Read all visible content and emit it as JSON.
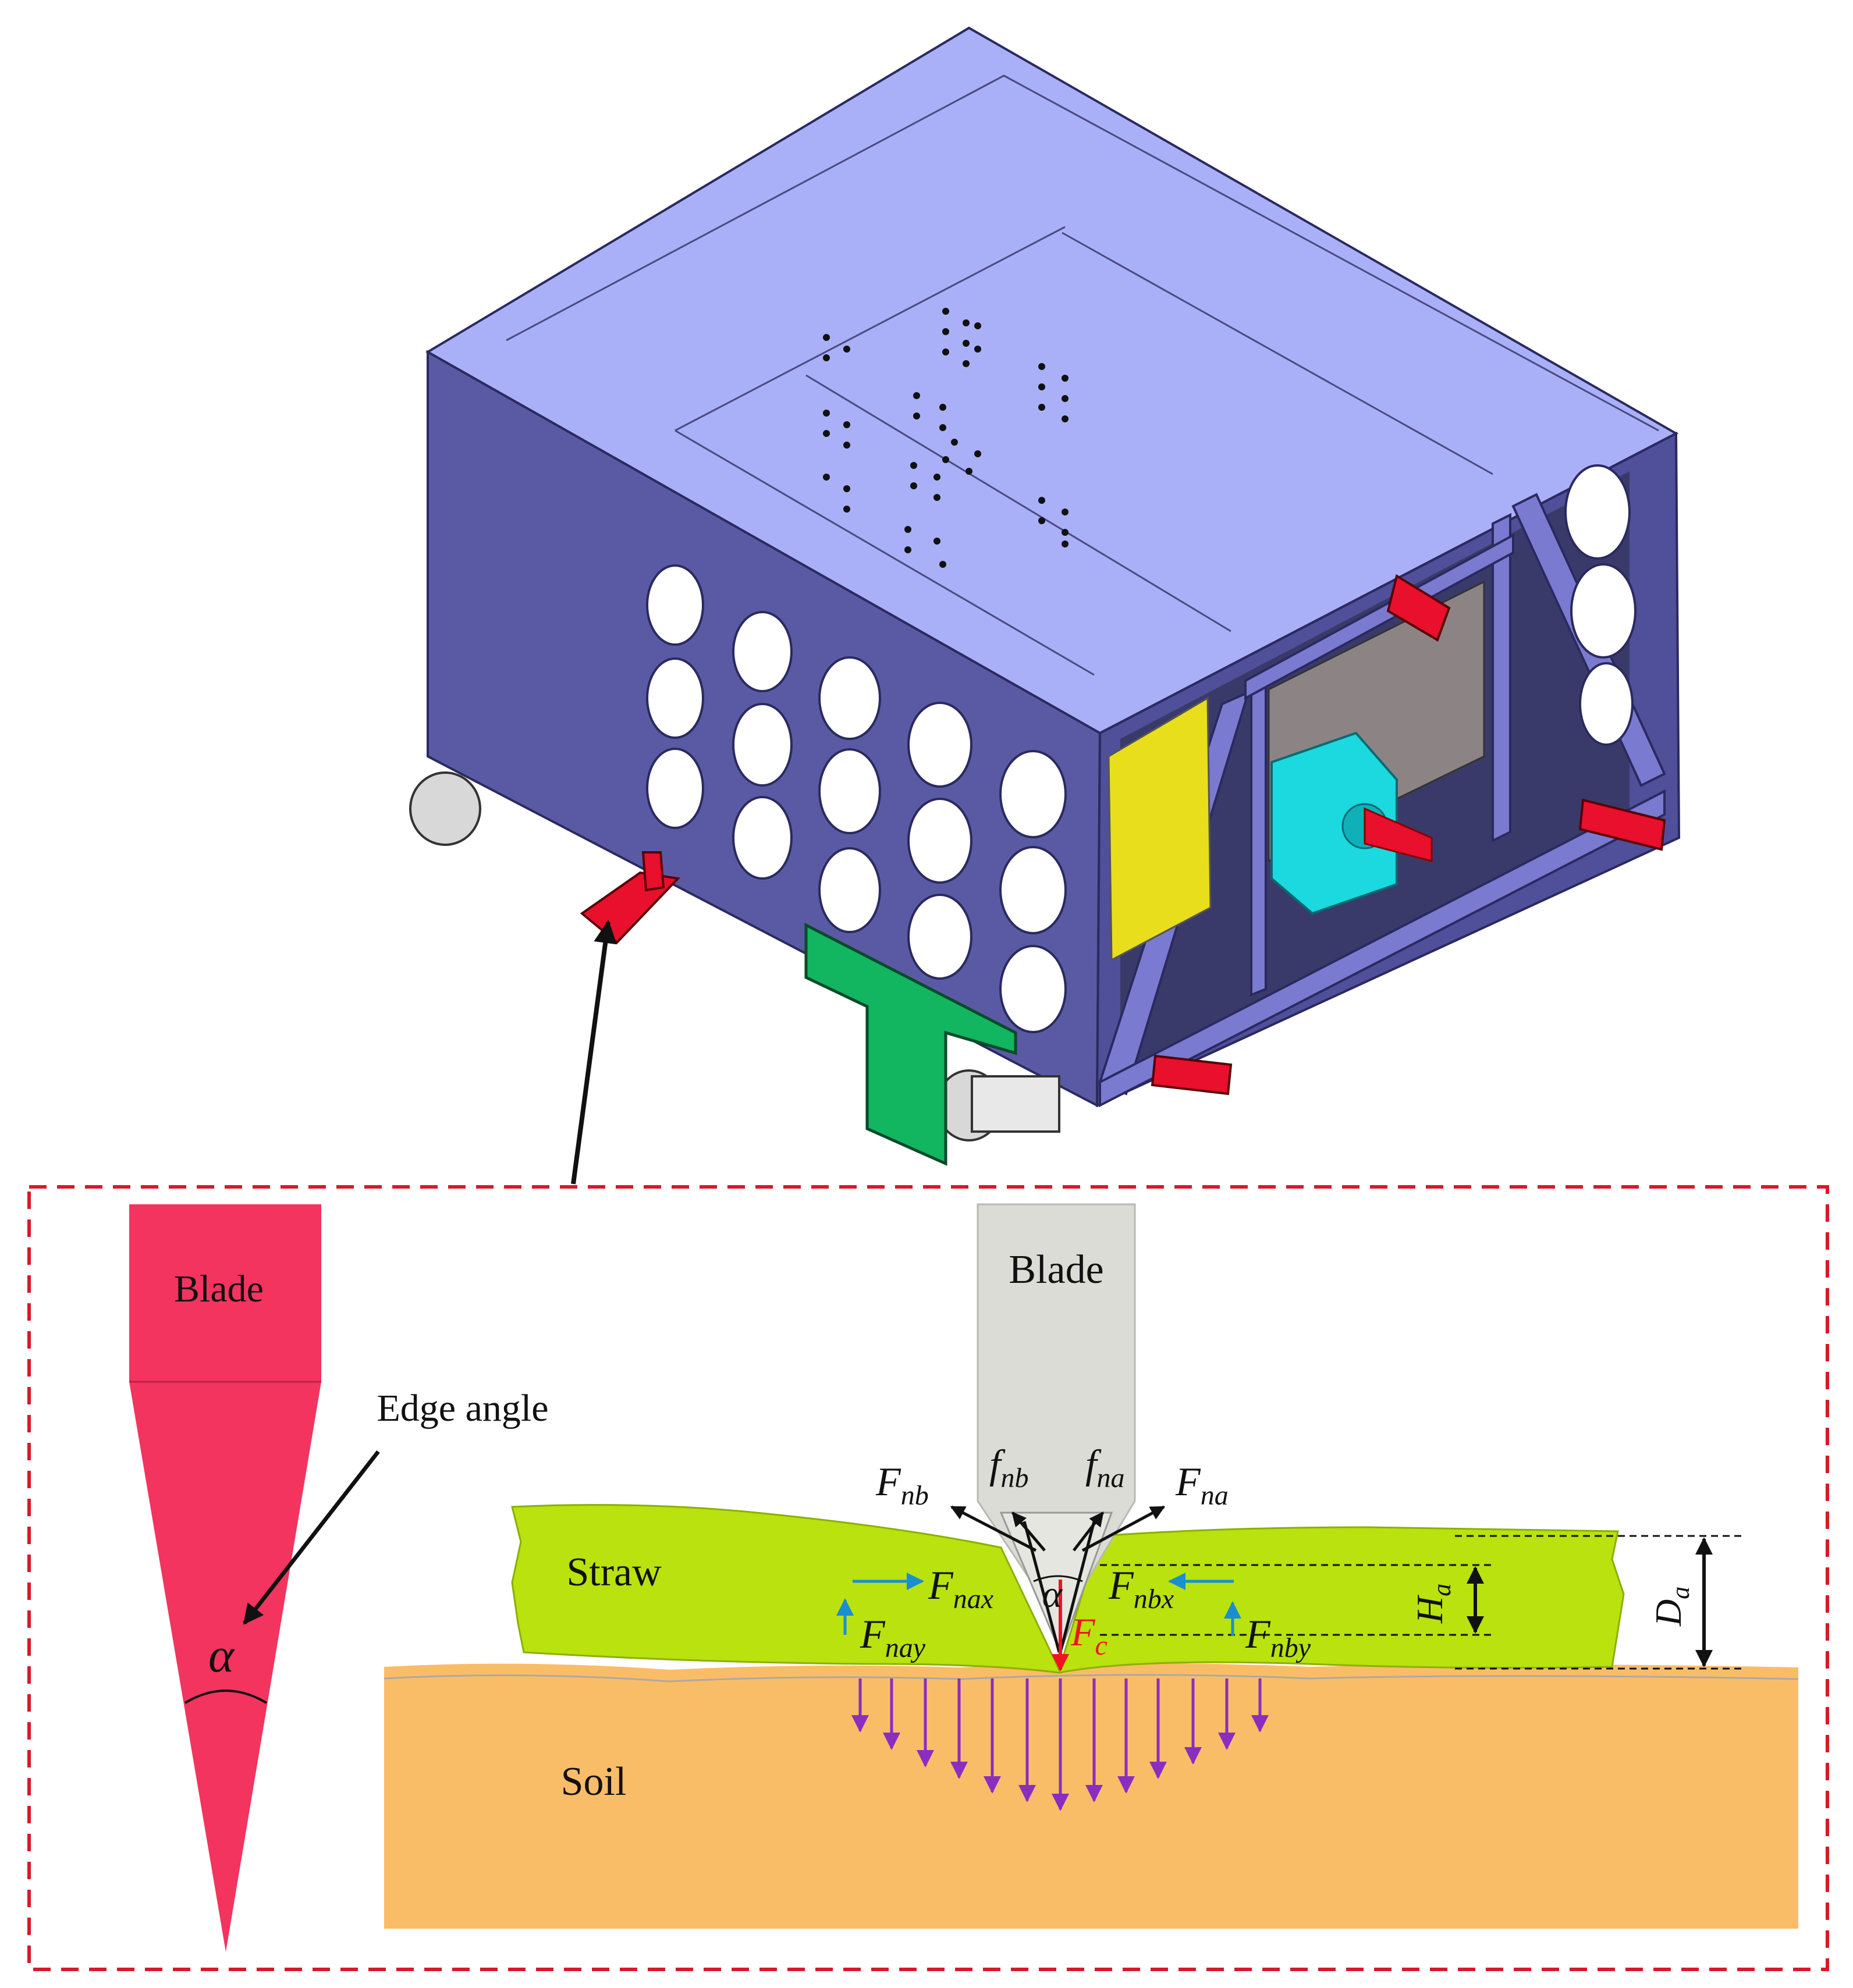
{
  "colors": {
    "machine_top": "#aab0f8",
    "machine_front": "#5a5aa4",
    "machine_right": "#4f4f9a",
    "frame": "#7a7ad0",
    "red_parts": "#e8102c",
    "green_plate": "#12b560",
    "cyan_motor": "#1cd8df",
    "yellow_plate": "#e9de1c",
    "blade_red": "#f2345f",
    "blade_grey": "#dcdcd6",
    "straw": "#b9e20e",
    "soil": "#f9bd68",
    "dashed_border": "#d7192a",
    "force_blue": "#1a8fd0",
    "force_red": "#f0141e",
    "force_purple": "#8a2ec0"
  },
  "icons": [
    "machine-3d-render",
    "blade-wedge",
    "force-arrows"
  ],
  "left_blade": {
    "label": "Blade",
    "edge_angle_label": "Edge angle",
    "angle_symbol": "α"
  },
  "right_diagram": {
    "blade_label": "Blade",
    "straw_label": "Straw",
    "soil_label": "Soil",
    "angle_symbol": "α",
    "forces": {
      "Fnb": {
        "base": "F",
        "sub": "nb"
      },
      "fnb": {
        "base": "f",
        "sub": "nb"
      },
      "fna": {
        "base": "f",
        "sub": "na"
      },
      "Fna": {
        "base": "F",
        "sub": "na"
      },
      "Fnax": {
        "base": "F",
        "sub": "nax"
      },
      "Fnbx": {
        "base": "F",
        "sub": "nbx"
      },
      "Fnay": {
        "base": "F",
        "sub": "nay"
      },
      "Fnby": {
        "base": "F",
        "sub": "nby"
      },
      "Fc": {
        "base": "F",
        "sub": "c"
      },
      "Ha": {
        "base": "H",
        "sub": "a"
      },
      "Da": {
        "base": "D",
        "sub": "a"
      }
    }
  }
}
